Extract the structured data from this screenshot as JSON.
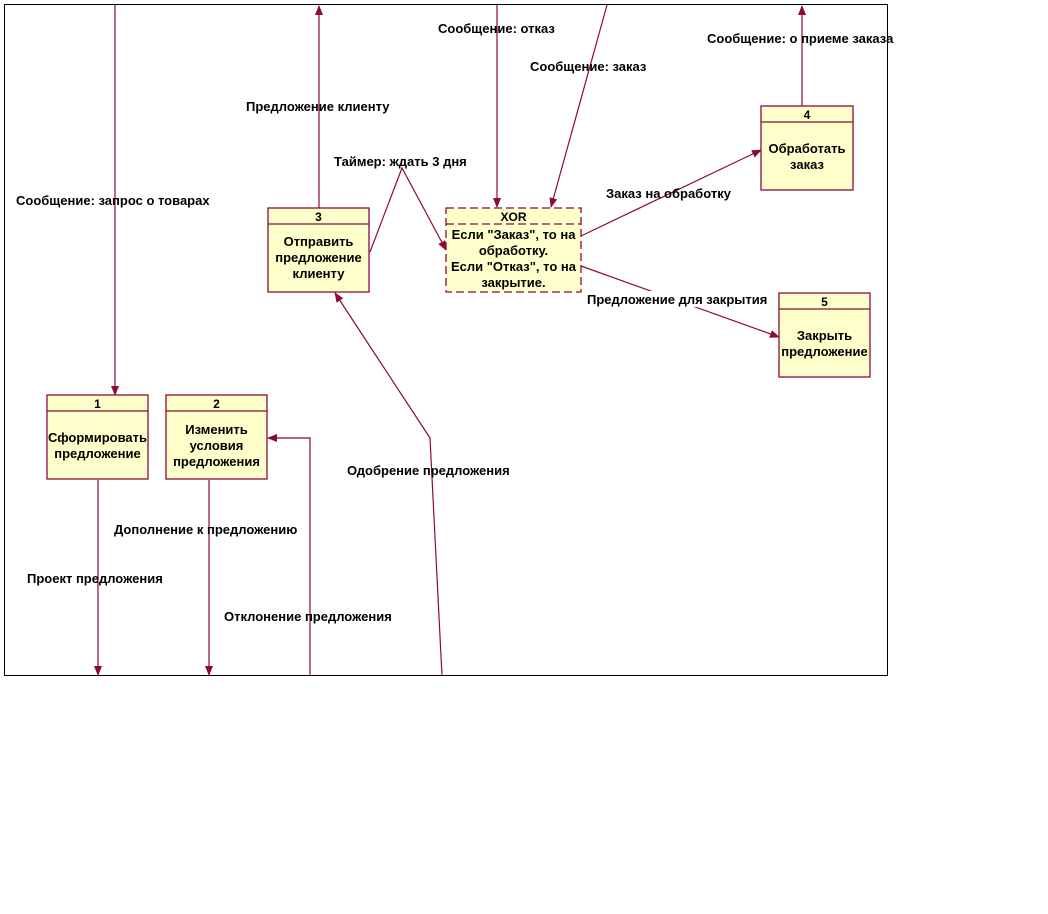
{
  "boxes": [
    {
      "id": "1",
      "number": "1",
      "lines": [
        "Сформировать",
        "предложение"
      ]
    },
    {
      "id": "2",
      "number": "2",
      "lines": [
        "Изменить",
        "условия",
        "предложения"
      ]
    },
    {
      "id": "3",
      "number": "3",
      "lines": [
        "Отправить",
        "предложение",
        "клиенту"
      ]
    },
    {
      "id": "xor",
      "number": "XOR",
      "lines": [
        "Если \"Заказ\", то на",
        "обработку.",
        "Если \"Отказ\", то на",
        "закрытие."
      ]
    },
    {
      "id": "4",
      "number": "4",
      "lines": [
        "Обработать",
        "заказ"
      ]
    },
    {
      "id": "5",
      "number": "5",
      "lines": [
        "Закрыть",
        "предложение"
      ]
    }
  ],
  "labels": {
    "msg_refusal": "Сообщение: отказ",
    "msg_order": "Сообщение: заказ",
    "msg_order_received": "Сообщение: о приеме заказа",
    "offer_to_client": "Предложение клиенту",
    "timer": "Таймер: ждать 3 дня",
    "order_for_processing": "Заказ на обработку",
    "msg_goods_request": "Сообщение: запрос о товарах",
    "offer_for_closing": "Предложение для закрытия",
    "offer_approval": "Одобрение предложения",
    "offer_addition": "Дополнение к предложению",
    "offer_draft": "Проект предложения",
    "offer_rejection": "Отклонение предложения"
  },
  "colors": {
    "arrow": "#8b0a3a",
    "box_fill": "#ffffcc",
    "box_border": "#8b0a3a"
  }
}
